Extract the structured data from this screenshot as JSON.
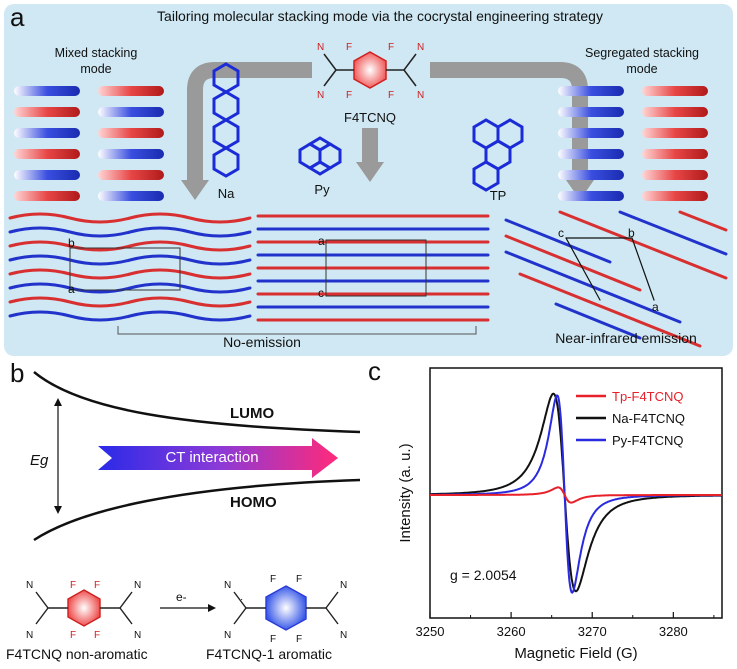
{
  "panel_a": {
    "label": "a",
    "title": "Tailoring molecular stacking mode via the cocrystal engineering strategy",
    "mixed_label_line1": "Mixed stacking",
    "mixed_label_line2": "mode",
    "segregated_label_line1": "Segregated stacking",
    "segregated_label_line2": "mode",
    "acceptor": "F4TCNQ",
    "donors": [
      "Na",
      "Py",
      "TP"
    ],
    "no_emission": "No-emission",
    "nir_emission": "Near-infrared emission",
    "cell_axes_left": [
      "b",
      "a"
    ],
    "cell_axes_mid": [
      "a",
      "c"
    ],
    "cell_axes_right": [
      "c",
      "b",
      "a"
    ]
  },
  "panel_b": {
    "label": "b",
    "lumo": "LUMO",
    "homo": "HOMO",
    "eg": "Eg",
    "ct": "CT interaction",
    "electron": "e-",
    "left_caption": "F4TCNQ non-aromatic",
    "right_caption": "F4TCNQ-1 aromatic"
  },
  "panel_c": {
    "label": "c",
    "annotation": "g = 2.0054",
    "colors": {
      "tp": "#e8202a",
      "na": "#111111",
      "py": "#2a2ae0"
    },
    "chart_data": {
      "type": "line",
      "xlabel": "Magnetic Field (G)",
      "ylabel": "Intensity (a. u.)",
      "xlim": [
        3250,
        3286
      ],
      "xticks": [
        3250,
        3260,
        3270,
        3280
      ],
      "grid": false,
      "legend_position": "top-right",
      "series": [
        {
          "name": "Tp-F4TCNQ"
        },
        {
          "name": "Na-F4TCNQ"
        },
        {
          "name": "Py-F4TCNQ"
        }
      ]
    }
  }
}
